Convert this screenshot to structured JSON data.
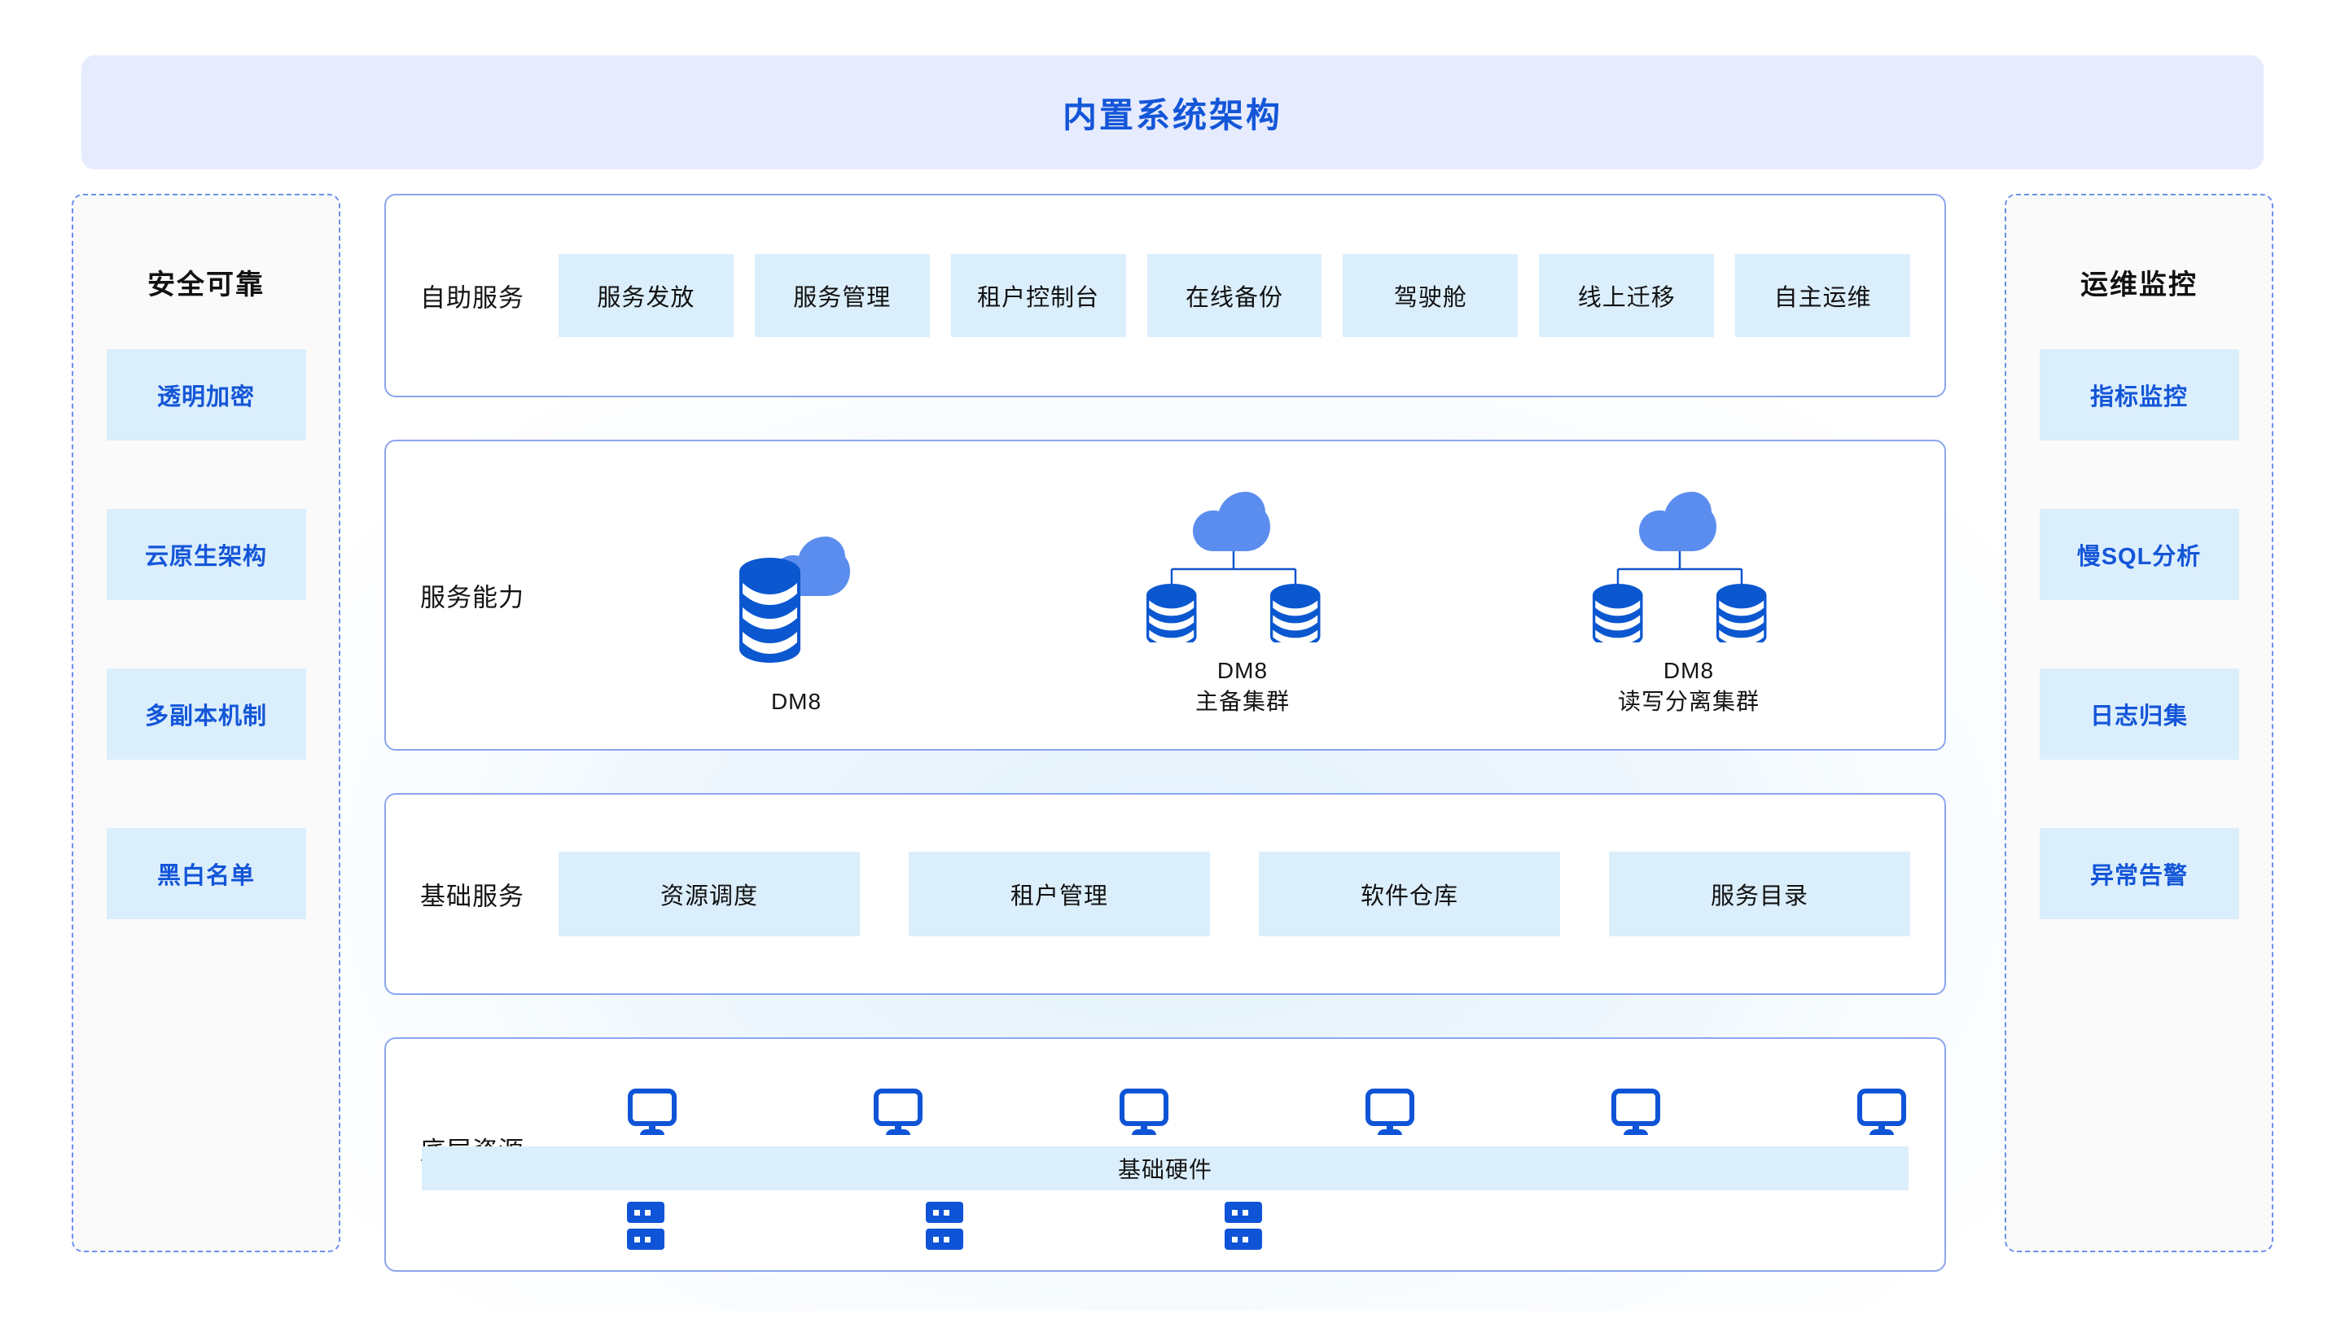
{
  "header": {
    "title": "内置系统架构",
    "accent_color": "#1456d8",
    "banner_color": "#e6ebfd"
  },
  "left_panel": {
    "title": "安全可靠",
    "items": [
      {
        "label": "透明加密"
      },
      {
        "label": "云原生架构"
      },
      {
        "label": "多副本机制"
      },
      {
        "label": "黑白名单"
      }
    ]
  },
  "right_panel": {
    "title": "运维监控",
    "items": [
      {
        "label": "指标监控"
      },
      {
        "label": "慢SQL分析"
      },
      {
        "label": "日志归集"
      },
      {
        "label": "异常告警"
      }
    ]
  },
  "rows": {
    "self_service": {
      "label": "自助服务",
      "tags": [
        {
          "label": "服务发放"
        },
        {
          "label": "服务管理"
        },
        {
          "label": "租户控制台"
        },
        {
          "label": "在线备份"
        },
        {
          "label": "驾驶舱"
        },
        {
          "label": "线上迁移"
        },
        {
          "label": "自主运维"
        }
      ]
    },
    "capability": {
      "label": "服务能力",
      "units": [
        {
          "name": "DM8",
          "caption": "DM8",
          "type": "single",
          "nodes": 1
        },
        {
          "name": "DM8 主备集群",
          "caption": "DM8\n主备集群",
          "type": "cluster",
          "nodes": 2
        },
        {
          "name": "DM8 读写分离集群",
          "caption": "DM8\n读写分离集群",
          "type": "cluster",
          "nodes": 2
        }
      ]
    },
    "basic_service": {
      "label": "基础服务",
      "tags": [
        {
          "label": "资源调度"
        },
        {
          "label": "租户管理"
        },
        {
          "label": "软件仓库"
        },
        {
          "label": "服务目录"
        }
      ]
    },
    "infrastructure": {
      "label": "底层资源",
      "hardware_bar": "基础硬件",
      "monitor_count": 6,
      "server_count": 3
    }
  },
  "colors": {
    "tag_bg": "#dbeefc",
    "card_border": "#8ba6ef",
    "dashed_border": "#6d8ff0",
    "db_blue": "#0b57d0",
    "cloud_blue": "#5b8def",
    "text_dark": "#141414"
  }
}
